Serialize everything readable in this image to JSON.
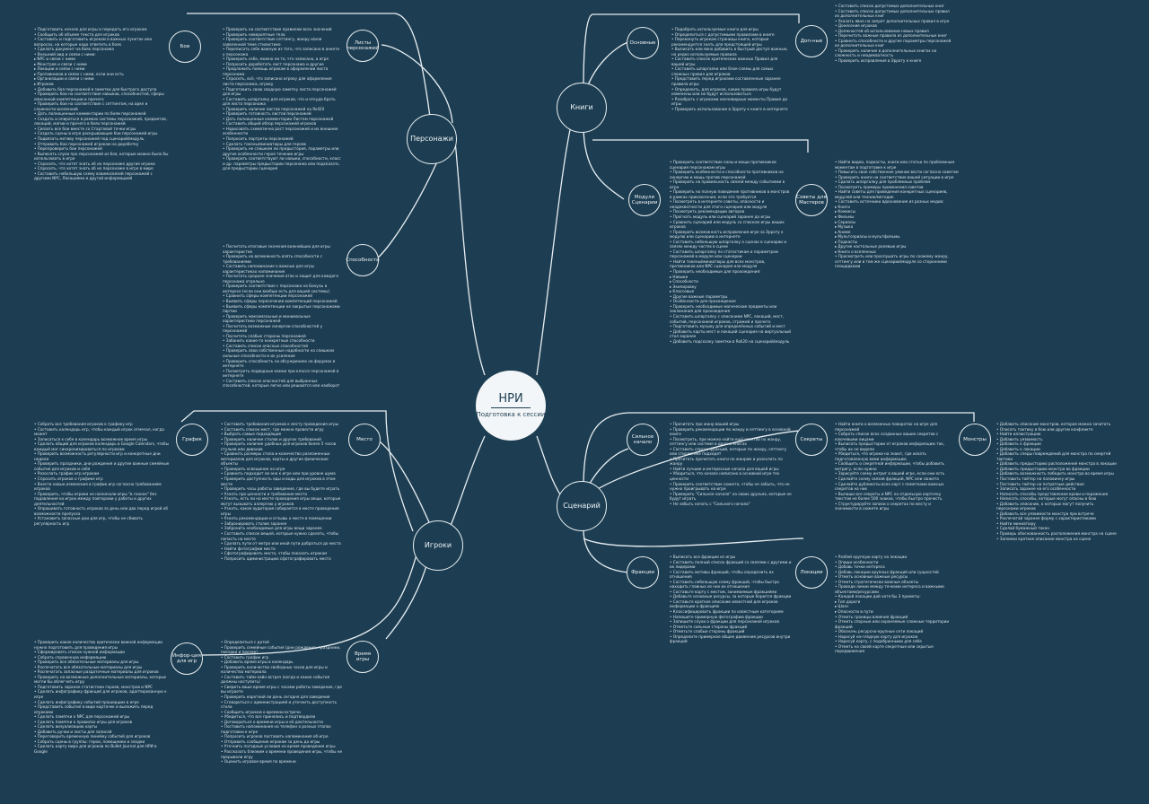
{
  "root": {
    "title": "НРИ",
    "subtitle": "Подготовка к сессии"
  },
  "branches": {
    "characters": "Персонажи",
    "books": "Книги",
    "games": "Игроки",
    "scenario": "Сценарий"
  },
  "sub": {
    "battles": "Бои",
    "char_sheets": "Листы персонажей",
    "abilities": "Способности",
    "basic": "Основные",
    "extra": "Доп-ные",
    "modules": "Модули Сценарии",
    "master_tips": "Советы для Мастеров",
    "schedule": "График",
    "place": "Место",
    "info": "Инфор-ция для игр",
    "game_time": "Время игры",
    "scene_start": "Сильное начало",
    "secrets": "Секреты",
    "monsters": "Монстры",
    "factions": "Фракции",
    "locations": "Локации"
  },
  "notes": {
    "battles": "• Подготовить начало для игры и передать его игрокам\n• Сообщить об объеме текста для игроков\n• Составить и подготовить игрокам в важных пунктах или вопросах, на которые надо ответить в боях\n• Сделать документ на боях персонажа\n  • Внешний вид и связи с ними:\n    ▸ NPC и связи с ними\n    ▸ Монстров и связи с ними\n    ▸ Локации и связи с ними\n    ▸ Противников и связи с ними, если они есть\n    ▸ Организации и связи с ними\n    ▸ Игроков\n• Добавить боя персонажей в заметки для быстрого доступа\n• Проверить бои на соответствие навыков, способностей, сферы описанной компетенции и прочего\n• Проверить бои на соответствие с сеттингом, на арке и сложности вселенной\n• Дать полноценные комментарии по боям персонажей\n• Создать и опираться в рамках системы персонажей, предметов, локаций, магии и прочего в боях персонажей\n• Связать все бои вместе со Стартовой точки игры\n• Создать сцены в игре раскрывающие бои персонажей игры\n• Подвязать мотиву персонажей под сценарий/модуль\n• Отправить бои персонажей игрокам на доработку\n• Перепроверить бои персонажей\n• Выписать слухи про персонажей из боя, которые можно было бы использовать в игре\n• Спросить, что хотят знать об их персонаже другие игроки\n• Спросить, что хотят знать об их персонаже в игре в мире\n• Составить небольшую схему взаимосвязей персонажей с другими NPC, Локациями и другой информацией",
    "char_sheets": "• Проверить на соответствие правилам всех значений\n• Проверить невероятные тела\n• Проверить соответствие сеттингу, жанру и/или заявленной теме стилистике\n• Переписать себе важную из того, что записано в анкете у персонажа\n• Проверить себе, можно ли то, что записано, в игре\n• Попросить доработать лист персонажа и другие\n• Предложить помощь игрокам в оформлении листа персонажа\n• Спросить, всё, что записано игроку для оформления листа персонажа, игроку\n• Подготовить свою сводную заметку листа персонажей для игры\n• Составить шпаргалку для игроков, что и откуда брать для листа персонажа\n• Проверить наличие листов персонажей на Roll20\n• Проверить готовность листов персонажей\n• Дать полноценные комментарии Листам персонажей\n• Составить общий обзор персонажей игроков\n• Нарисовать схематично рост персонажей и их внешние особенности\n• Попросить портреты персонажей\n• Сделать токены/миниатюры для героев\n• Проверить не слишком ли предыстория, параметры или другие особенности героя течение игры\n• Проверить соответствуют ли навыки, способности, класс и др. параметры предыстории персонажа или подсказать для предыстории сценария",
    "abilities": "• Посчитать итоговые значения важнейших для игры характеристик\n• Проверить на возможность взять способности с требованиями\n• Составить напоминание о важных для игры характеристиках напоминание\n• Посчитать среднее значения атак и защит для каждого персонажа отдельно\n• Проверить соответствие с персонажа на Бонусы в интересе (если они вообще есть для вашей системы)\n• Сравнить сферы компетенции персонажей\n• Выявить сферы пересечения компетенций персонажей\n• Выявить сферы компетенции не закрытые персонажами партии\n• Проверить максимальные и минимальные характеристики персонажей\n• Посчитать возможные синергии способностей у персонажей\n• Посчитать слабые стороны персонажей\n• Забанить какие-то конкретные способности\n• Составить список опасных способностей\n• Проверить свои собственные надобности на слишком сильные способности и их усиления\n• Проверить способность на обсуждениях на форумах в интернете\n• Посмотреть подводные камни при классе персонажей в интернете\n• Составить список опасностей для выбранных способностей, которые легко или решаются или наоборот",
    "basic": "• Подобрать используемые книги для игры\n• Определиться с допустимыми правилами в книге\n• Перекинуть игрокам страницы книги, которые рекомендуется знать для предстоящей игры\n• Выписать или явно добавить в быстрый доступ важные, но редко используемые правила\n• Составить список критических важных Правил для вашей игры\n• Составить шпаргалки или блок-схемы для самых сложных правил для игроков\n• Представить перед игроками составленные заранее правила игры\n• Определить, для игроков, какие правила игры будут изменены или не будут использоваться\n• Разобрать с игроками неочевидные моменты Правил до игры\n• Проверить использование в Эррату к книге в интернете",
    "extra": "• Составить список допустимых дополнительных книг\n• Составить список допустимых дополнительных правил из дополнительных книг\n• Указать явно на запрет дополнительных правил в игре\n• Донесение игроков\n• Должностей об использовании новых правил\n• Перечитать важные правила из дополнительных книг\n• Сравнить способности и другие параметры персонажей из дополнительных книг\n• Проверить наличие в дополнительных книгах на сложность и неадекватность\n• Проверить исправления в Эррату к книге",
    "modules": "• Проверить соответствие силы и мощи противников сценария персонажам игры\n• Проверить особенности и способности противников на синергию и мощь против персонажей\n• Проверить на правильность связей между событиями в игре\n• Проверить на полную поведение противников в монстров в рамках приключения, если это требуется\n• Посмотреть в интернете советы, опасности и неадекватности для этого сценария или модуля\n• Посмотреть рекомендации авторов\n• Прогнать модуль или сценарий заранее до игры\n• Сравнить сценарий или модуль со списком игры ваших игроков\n• Проверить возможность исправления игре за Эррату к модулю или сценарию в интернете\n• Составить небольшую шпаргалку о сценах в сценарии и связях между частях в сцене\n• Составить шпаргалку по статистикам и параметрам персонажей в модуле или сценарии\n• Найти токены/миниатюры для всех монстров, противников или NPC сценария или модуля\n• Проверить необходимые для прохождения:\n  ▸ Навыки\n  ▸ Способности\n  ▸ Экипировку\n  ▸ Классовые\n• Другие важные параметры\n• Особенности для прохождения\n• Проверить необходимые магические предметы или заклинания для прохождения\n• Составить шпаргалку с описанием NPC, локаций, мест, событий, персонажей игроков, стражей и прочего\n• Подготовить музыку для определённых событий и мест\n• Добавить карты мест и локаций сценария на виртуальный стол заранее\n• Добавить подсказку заметки в Roll20 на сценарий/модуль",
    "master_tips": "• Найти видео, подкасты, книги или статьи по проблемным моментам в подготовке к игре\n• Повысить свое собственное умение вести согласно советам\n• Проверить книги на соответствие вашей ситуации в игре\n• Сделать шпаргалку для проблемных проблем\n• Посмотреть примеры применения советов\n• Найти советы для проведения конкретных сценариев, модулей или техник/методик\n• Составить источники вдохновения из разных медиа:\n  ▸ Книги\n  ▸ Комиксы\n  ▸ Фильмы\n  ▸ Сериалы\n  ▸ Музыка\n  ▸ Аниме\n  ▸ Мультсериалы и мультфильмы\n  ▸ Подкасты\n  ▸ Другие настольные ролевые игры\n  ▸ Книги о вселенных\n• Просмотреть или прослушать игры по схожему жанру, сеттингу или в том же сценарии/модуле со сторонними площадками",
    "schedule": "• Собрать все требования игроков к графику игр\n• Составить календарь игр, чтобы каждый игрок отмечал, когда может\n• Записаться к себе в календарь возможное время игры\n• Сделать общий для игроков календарь в Google Calendars, чтобы каждый мог синхронизироваться по игрокам\n• Проверить возможность регулярности игр и конкретные дни недели\n• Проверить праздники, дни рождения и другие важные семейные события для игроков и себя\n• Разослать график игр игрокам\n• Спросить игроков о графике игр\n• Внести новые изменения в график игр согласно требованиям игроков\n• Проверить, чтобы игроки не назначали игры \"в гонках\" без подавления на игрок между повторами у работы и других деятельностей\n• Опрашивать готовность игроков за день или два перед игрой об возможности пропуска\n• Установить запасные дни для игр, чтобы не сбивать регулярность игр",
    "place": "• Составить требования игроков к месту проведения игры\n• Составить список мест, где можно провести игру\n• Выбрать самые подходящие\n• Проверить наличие столов и других требований\n• Проверить наличие удобных для игроков более 5 часов стульев или диванов\n• Сравнить размеры стола и количество разложенных материалов для игроков, карты и другие физические объекты\n• Проверить освещение на игре\n• Сравнить подходит ли оно к игре или при уровне шума\n• Проверить доступность еды и воды для игроков в этом месте\n• Проверить часы работы заведения, где вы будете играть\n• Узнать про ценности и требования места\n• Узнать, есть ли на месте проведения игры вещи, которые могут вызывать аллергию у игроков\n• Узнать, какая аудитория собирается в месте проведения игры\n• Узнать рекомендации и отзывы о месте в помещении\n• Забронировать столик заранее\n• Забронить необходимые для игры вещи заранее\n• Составить список вещей, которые нужно сделать, чтобы попасть на место\n• Сделать пути от метро или иной пути добраться до места\n• Найти фотографии места\n• Сфотографировать место, чтобы показать игрокам\n• Попросить администрацию сфотографировать место",
    "info": "• Проверить какое количество критически важной информации нужно подготовить для проведения игры\n• Сформировать список нужной информации\n• Собрать справочную информацию\n• Проверить все обязательные материалы для игры\n• Распечатать все обязательные материалы для игры\n• Распечатать запасные раздаточные материалы для игроков\n• Проверить на возможные дополнительные материалы, которые могли бы облегчить игру\n• Подготовить заранее статистики героев, монстров и NPC\n• Сделать инфографику фракций для игроков, адаптированную к игре\n• Сделать инфографику событий прошедших в игре\n• Представить события в виде карточек и выложить перед игроками\n• Сделать памятки о NPC для персонажей игры\n• Сделать памятки о правилах игры для игроков\n• Сделать визуализацию карты\n• Добавить ручки и листы для записей\n• Переговорить временную линейку событий для игроков\n• Собрать сцены в группы: герои, помощники и злодеи\n• Сделать карту мира для игроков по Bullet Journal для НРИ в Google",
    "game_time": "• Определиться с датой\n• Проверить семейные события (дни рождения, праздники, поездки и прочее)\n• Составить график игр\n• Добавить время игры в календарь\n• Проверить количество свободных часов для игры и количество материала\n• Составить тайм-лайн встреч (когда и какие события должны наступить)\n• Сверить ваше время игры с часами работы заведения, где вы играете\n• Проверить короткий ли день сегодня для заведения\n• Сговориться с администрацией и уточнить доступность стола\n• Сообщить игрокам о времени встречи\n• Убедиться, что все принялись и подтвердили\n• Договориться о времени игры и её длительности\n• Поставить напоминания на телефон о разных этапах подготовки к игре\n• Попросить игроков поставить напоминания об игре\n• Отправить сообщение игрокам за день до игры\n• Уточнить погодные условия на время проведения игры\n• Рассказать близким о времени проведения игры, чтобы не прерывали игру\n• Оценить игровое время по времени",
    "scene_start": "• Прочитать про жанр вашей игры\n• Проверить рекомендации по жанру и сеттингу в основной книге\n• Посмотреть, при можно найти ещё советов по жанру, сеттингу или системе в других книгах\n• Составить список фракций, которые по жанру, сеттингу или стилистике подходят\n• Прочитать прочитать книги по жанрам и разослать по жанру\n• Найти лучшие и интересные начала для вашей игры\n• Убедиться, что начало написано в основной игре тех ценности\n• Проверить соответствие сюжета, чтобы не забыть, что не нужно проигрывать на игре\n• Проверить \"Сильное начало\" на своих друзьях, которые не будут играть\n• Не забыть начать с \"Сильного начала\"",
    "secrets": "• Найти книги о возможных поворотах на игре для персонажей\n• Собрать список всех созданных ваших секретов с ключевыми лицами\n• Выписать предыстории от игроков информацию так, чтобы их не видели\n• Убедиться, что игроки на знают, где искать подготовленную вами информацию\n• Сообщить о секретной информации, чтобы добавить интригу, если нужно\n• Зарисуйте схему интриг в вашей игре, если они есть\n• Сделайте схему связей фракций, NPC или сюжета\n• Сделайте дубликаты всех карт с пометками важных секретов на них\n• Выпиши все секреты и NPC на отдельную карточку текстом не более 500 знаков, чтобы быстро прочесть\n• Структурируйте записи о секретах по месту и значимости в сюжете игры",
    "monsters": "• Добавить описание монстров, которое можно зачитать\n• Описать тактику в бою или другом конфликте\n• Найти иллюстрацию\n• Добавить уязвимость\n• Добавить к фракции\n• Добавить к локации\n• Добавить следы повреждений для монстра по смертей тактики\n• Добавить предысторию расположения монстра в локации\n• Добавить предысторию монстра во фракции\n• Добавить возможность победить монстра во время игры\n• Поставить тайтер на половинку игры\n• Поставить тайтер на потратные действия\n• Записать заранее на его особенности\n• Написать способы представления крови и поражения\n• Написать способы, которые могут опасны в бою\n• Добавить описание, о которых могут получить персонажи игроков\n• Добавить все уязвимости монстра при встрече\n• Распечатай заранее форму с характеристиками\n• Найти миниатюру\n• Сделай бумажный токен\n• Проверь обоснованность расположения монстра на сцене\n• Запомни краткое описание монстра на сцене",
    "factions": "• Выписать все фракции из игры\n• Составить полный список фракций со связями с другими и их лидерами\n• Составить мотивы фракций, чтобы определить их отношения\n• Составить небольшую схему фракций, чтобы быстро находить главных из них их отношения\n• Составьте карту с местом, занимаемым фракциями\n• Добавьте основные ресурсы, за которые борются фракции\n• Составьте краткое описание известной для игроков информации о фракциях\n• Классифицировать фракции по известным категориям\n• Напишите примерную фотографию фракции\n• Запишите слухи о фракции для персонажей игроков\n• Отметьте сильные стороны фракций\n• Отметьте слабые стороны фракций\n• Определите примерное общее движение ресурсов внутри фракций",
    "locations": "• Разбей крупную карту на локации\n• Опиши особенности\n• Добавь точки интереса\n• Добавь локации крупных фракций или сущностей\n• Отметь основные важные ресурсы\n• Отметь стратегически важные объекты\n• Проведи линии между точками интереса и важными объектами/ресурсами\n• Каждой локации дай хотя бы 3 приметы:\n  ▸ Тип дороги\n  ▸ Шанс\n  ▸ Опасности в пути\n• Отметь границы влияния фракций\n• Отметь спорные или охраняемые сложные территории фракций\n• Обозначь ресурсно-крупные сети локаций\n• Нарисуй на-глядную карту для игроков\n• Нарисуй карту, с подобранными для себя\n• Отметь на своей карте секретные или скрытые передвижения"
  }
}
